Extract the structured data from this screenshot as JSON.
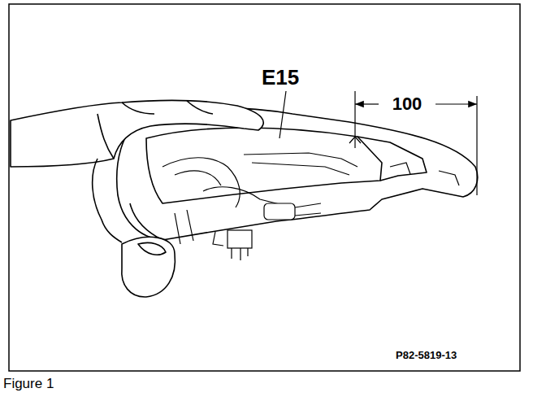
{
  "diagram": {
    "caption": "Figure 1",
    "labels": [
      "E15",
      "100",
      "P82-5819-13"
    ]
  }
}
